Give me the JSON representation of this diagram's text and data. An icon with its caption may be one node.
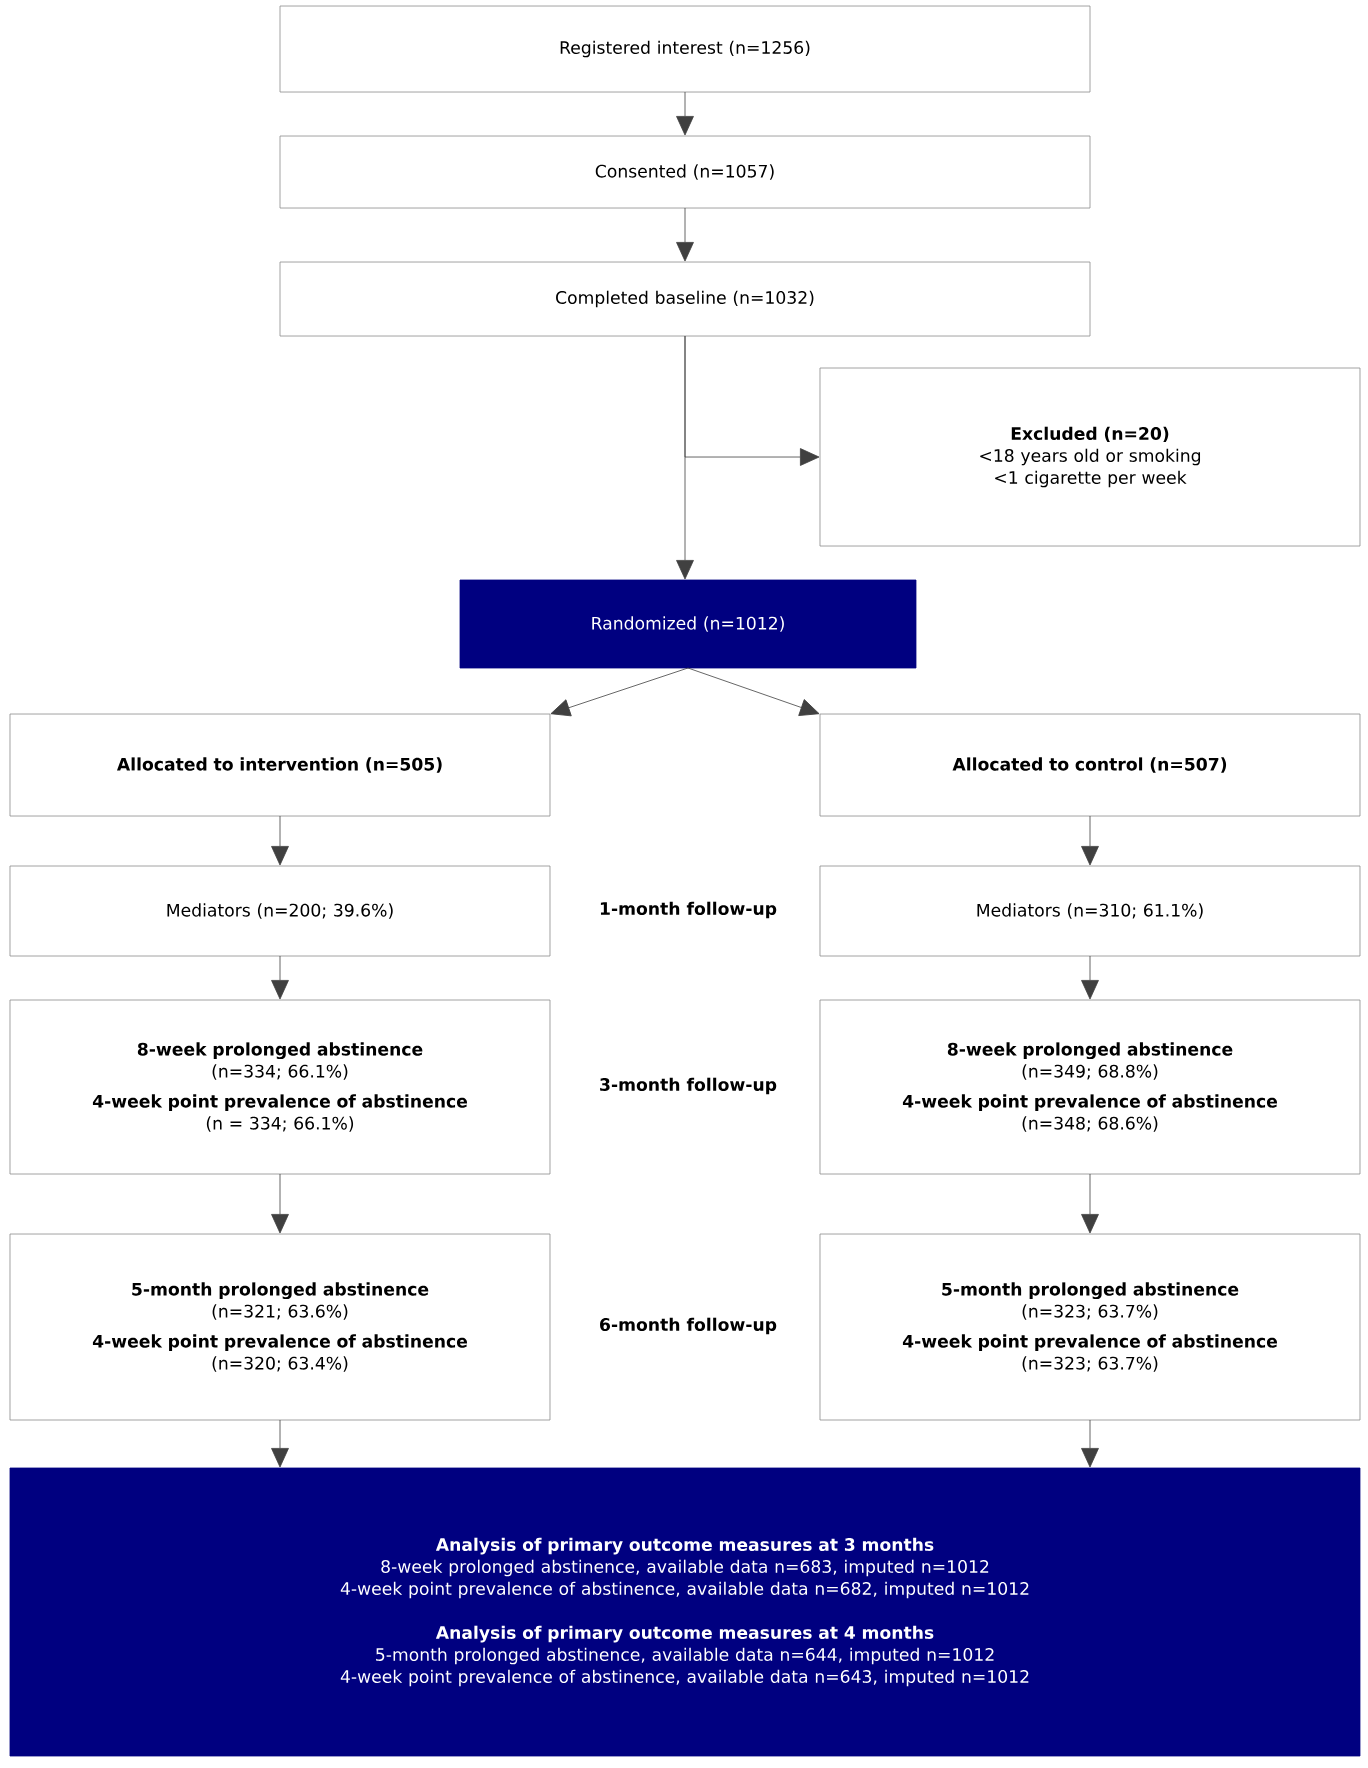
{
  "diagram": {
    "nodes": [
      {
        "text": [
          "Registered interest (n=1256)"
        ]
      },
      {
        "text": [
          "Consented (n=1057)"
        ]
      },
      {
        "text": [
          "Completed baseline (n=1032)"
        ]
      },
      {
        "text": [
          "Excluded (n=20)",
          "<18 years old or smoking <1 cigarette per week"
        ]
      },
      {
        "text": [
          "Randomized (n=1012)"
        ]
      },
      {
        "text": [
          "Allocated to intervention (n=505)"
        ]
      },
      {
        "text": [
          "Allocated to control (n=507)"
        ]
      },
      {
        "text": [
          "Mediators (n=200; 39.6%)"
        ]
      },
      {
        "text": [
          "Mediators (n=310; 61.1%)"
        ]
      },
      {
        "text": [
          "8-week prolonged abstinence",
          "(n=334; 66.1%)",
          "4-week point prevalence of abstinence",
          "(n = 334; 66.1%)"
        ]
      },
      {
        "text": [
          "8-week prolonged abstinence",
          "(n=349; 68.8%)",
          "4-week point prevalence of abstinence",
          "(n=348; 68.6%)"
        ]
      },
      {
        "text": [
          "5-month prolonged abstinence",
          "(n=321; 63.6%)",
          "4-week point prevalence of abstinence",
          "(n=320; 63.4%)"
        ]
      },
      {
        "text": [
          "5-month prolonged abstinence",
          "(n=323; 63.7%)",
          "4-week point prevalence of abstinence",
          "(n=323; 63.7%)"
        ]
      },
      {
        "text": [
          "Analysis of primary outcome measures at 3 months",
          "8-week prolonged abstinence, available data n=683, imputed n=1012",
          "4-week point prevalence of abstinence, available data n=682, imputed n=1012",
          "Analysis of primary outcome measures at 4 months",
          "5-month prolonged abstinence, available data n=644, imputed n=1012",
          "4-week point prevalence of abstinence, available data n=643, imputed n=1012"
        ]
      }
    ],
    "edges": [
      {
        "from": 0,
        "to": 1,
        "arrow": "to"
      },
      {
        "from": 1,
        "to": 2,
        "arrow": "to"
      },
      {
        "from": 2,
        "to": 4,
        "arrow": "to"
      },
      {
        "from": 2,
        "to": 3,
        "arrow": "to"
      },
      {
        "from": 4,
        "to": 5,
        "arrow": "to"
      },
      {
        "from": 4,
        "to": 6,
        "arrow": "to"
      },
      {
        "from": 5,
        "to": 7,
        "arrow": "to"
      },
      {
        "from": 6,
        "to": 8,
        "arrow": "to"
      },
      {
        "from": 7,
        "to": 9,
        "arrow": "to"
      },
      {
        "from": 8,
        "to": 10,
        "arrow": "to"
      },
      {
        "from": 9,
        "to": 11,
        "arrow": "to"
      },
      {
        "from": 10,
        "to": 12,
        "arrow": "to"
      },
      {
        "from": 11,
        "to": 13,
        "arrow": "to"
      },
      {
        "from": 12,
        "to": 13,
        "arrow": "to"
      }
    ],
    "labels": [
      "1-month follow-up",
      "3-month follow-up",
      "6-month follow-up"
    ]
  }
}
